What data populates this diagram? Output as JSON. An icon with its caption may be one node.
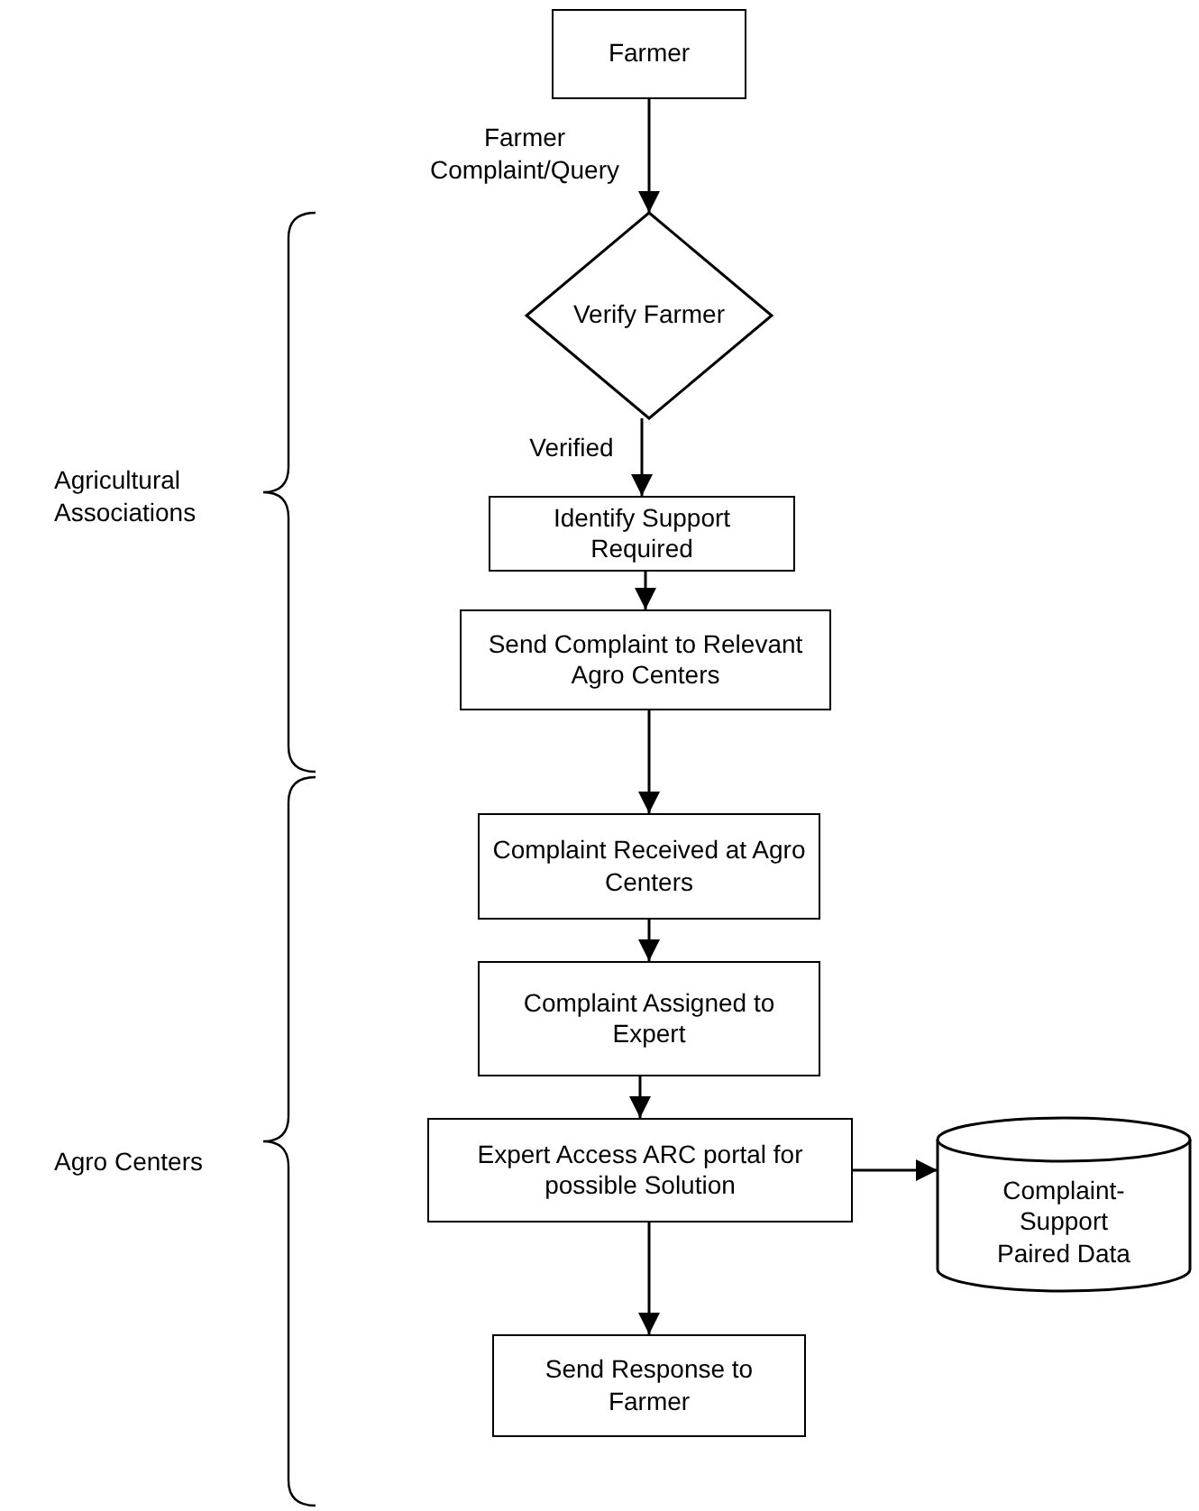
{
  "diagram": {
    "nodes": [
      {
        "text": [
          "Farmer"
        ]
      },
      {
        "text": [
          "Verify Farmer"
        ]
      },
      {
        "text": [
          "Identify Support Required"
        ]
      },
      {
        "text": [
          "Send Complaint to Relevant Agro Centers"
        ]
      },
      {
        "text": [
          "Complaint Received at Agro Centers"
        ]
      },
      {
        "text": [
          "Complaint Assigned to Expert"
        ]
      },
      {
        "text": [
          "Expert Access ARC portal for possible Solution"
        ]
      },
      {
        "text": [
          "Complaint- Support Paired Data"
        ]
      },
      {
        "text": [
          "Send Response to Farmer"
        ]
      }
    ],
    "edges": [
      {
        "from": 0,
        "to": 1,
        "arrow": "to",
        "label": "Farmer Complaint/Query"
      },
      {
        "from": 1,
        "to": 2,
        "arrow": "to",
        "label": "Verified"
      },
      {
        "from": 2,
        "to": 3,
        "arrow": "to"
      },
      {
        "from": 3,
        "to": 4,
        "arrow": "to"
      },
      {
        "from": 4,
        "to": 5,
        "arrow": "to"
      },
      {
        "from": 5,
        "to": 6,
        "arrow": "to"
      },
      {
        "from": 6,
        "to": 7,
        "arrow": "to"
      },
      {
        "from": 6,
        "to": 8,
        "arrow": "to"
      }
    ],
    "labels": [
      "Agricultural Associations",
      "Agro Centers"
    ]
  }
}
